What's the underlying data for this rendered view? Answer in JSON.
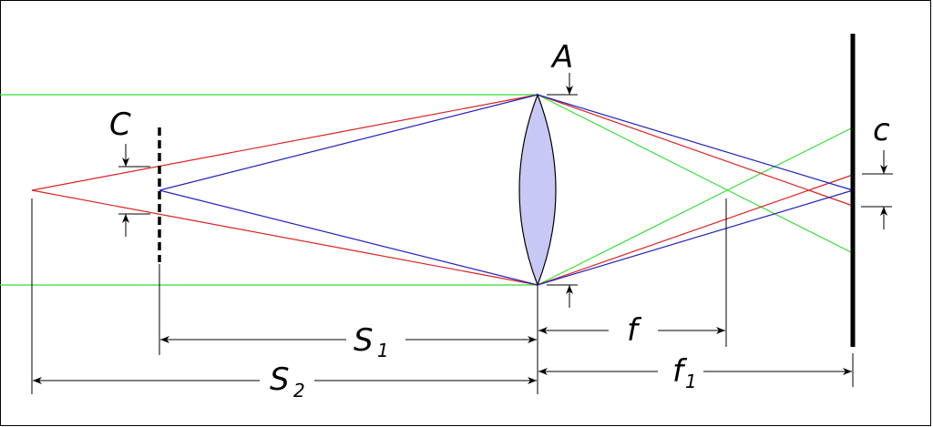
{
  "title": "Depth of field / circle of confusion diagram",
  "labels": {
    "A": "A",
    "C": "C",
    "c": "c",
    "S1_main": "S",
    "S1_sub": "1",
    "S2_main": "S",
    "S2_sub": "2",
    "f": "f",
    "f1_main": "f",
    "f1_sub": "1"
  },
  "colors": {
    "green_rays": "#33dd33",
    "red_rays": "#dd2222",
    "blue_rays": "#2222bb",
    "lens_fill": "#c8c8f4",
    "outline": "#000000"
  }
}
